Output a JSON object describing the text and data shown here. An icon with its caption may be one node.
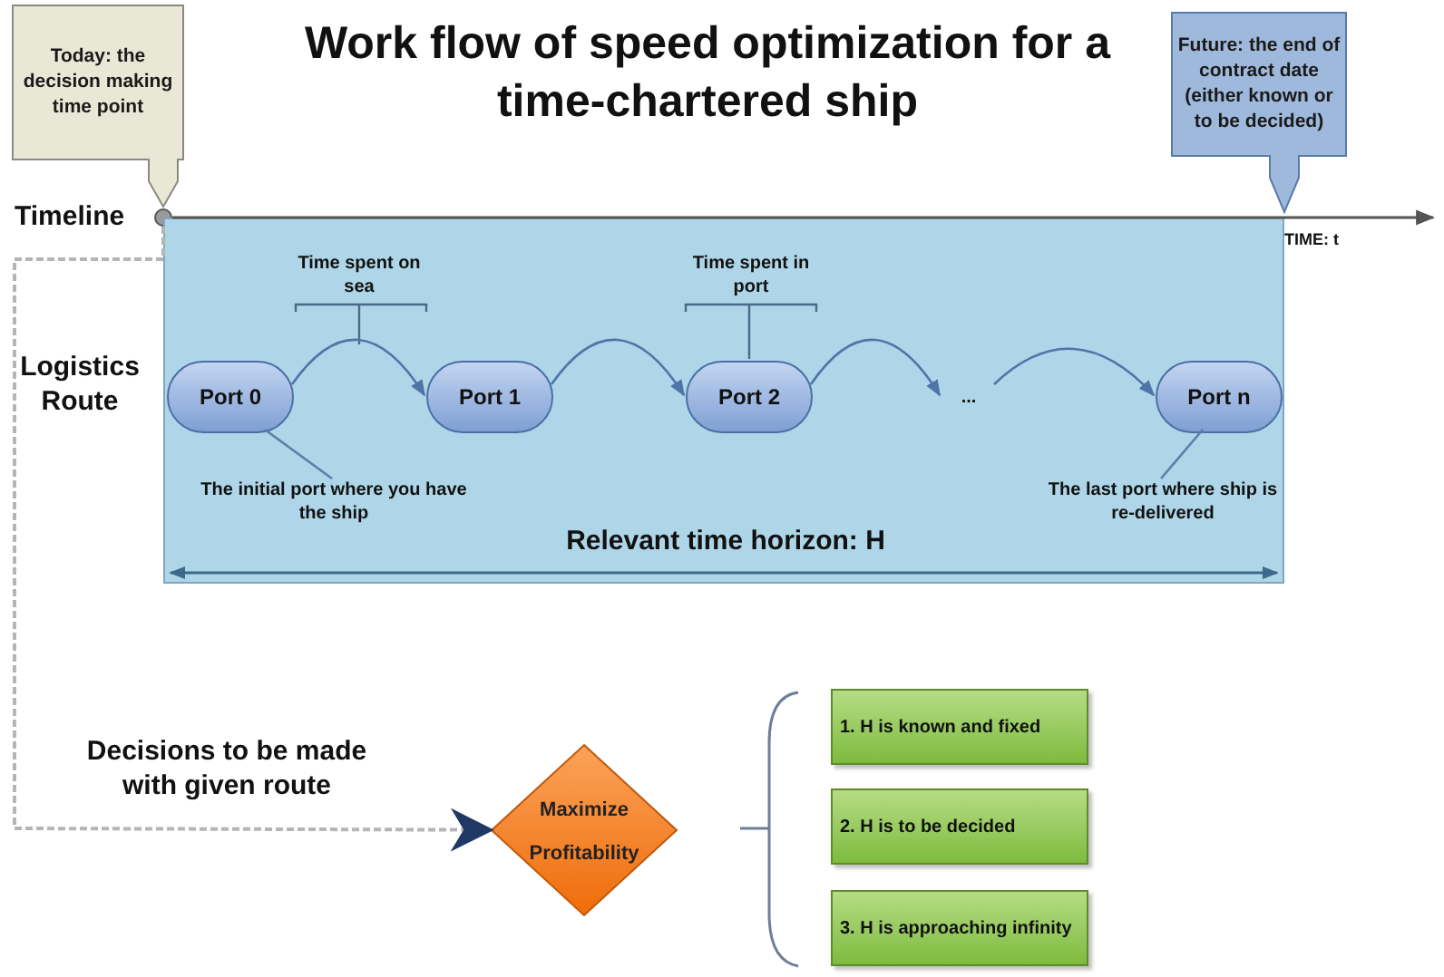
{
  "diagram": {
    "title": "Work flow of speed optimization for a time-chartered ship",
    "nodes": [
      {
        "text": [
          "Today: the decision making time point"
        ]
      },
      {
        "text": [
          "Future: the end of contract date (either known or to be decided)"
        ]
      },
      {
        "text": [],
        "shape": "circle"
      },
      {
        "text": [],
        "shape": "box"
      },
      {
        "text": [
          "Port 0"
        ],
        "in": 3
      },
      {
        "text": [
          "Port 1"
        ],
        "in": 3
      },
      {
        "text": [
          "Port 2"
        ],
        "in": 3
      },
      {
        "text": [
          "..."
        ],
        "in": 3
      },
      {
        "text": [
          "Port n"
        ],
        "in": 3
      },
      {
        "text": [
          "The initial port where you have the ship"
        ],
        "in": 3
      },
      {
        "text": [
          "The last port where ship is re-delivered"
        ],
        "in": 3
      },
      {
        "text": [
          "Maximize Profitability"
        ]
      },
      {
        "text": [
          "1. H is known and fixed"
        ]
      },
      {
        "text": [
          "2. H is to be decided"
        ]
      },
      {
        "text": [
          "3. H is approaching infinity"
        ]
      }
    ],
    "edges": [
      {
        "from": 4,
        "to": 5,
        "arrow": "to"
      },
      {
        "from": 5,
        "to": 6,
        "arrow": "to"
      },
      {
        "from": 6,
        "to": 7,
        "arrow": "to"
      },
      {
        "from": 7,
        "to": 8,
        "arrow": "to"
      },
      {
        "from": 9,
        "to": 4,
        "arrow": "none"
      },
      {
        "from": 10,
        "to": 8,
        "arrow": "none"
      },
      {
        "from": 2,
        "to": 11,
        "arrow": "to",
        "style": "dashed",
        "color": "#b5b5b5"
      }
    ],
    "labels": [
      "Timeline",
      "TIME: t",
      "Logistics Route",
      "Time spent on sea",
      "Time spent in port",
      "Relevant time horizon: H",
      "Decisions to be made with given route"
    ]
  }
}
